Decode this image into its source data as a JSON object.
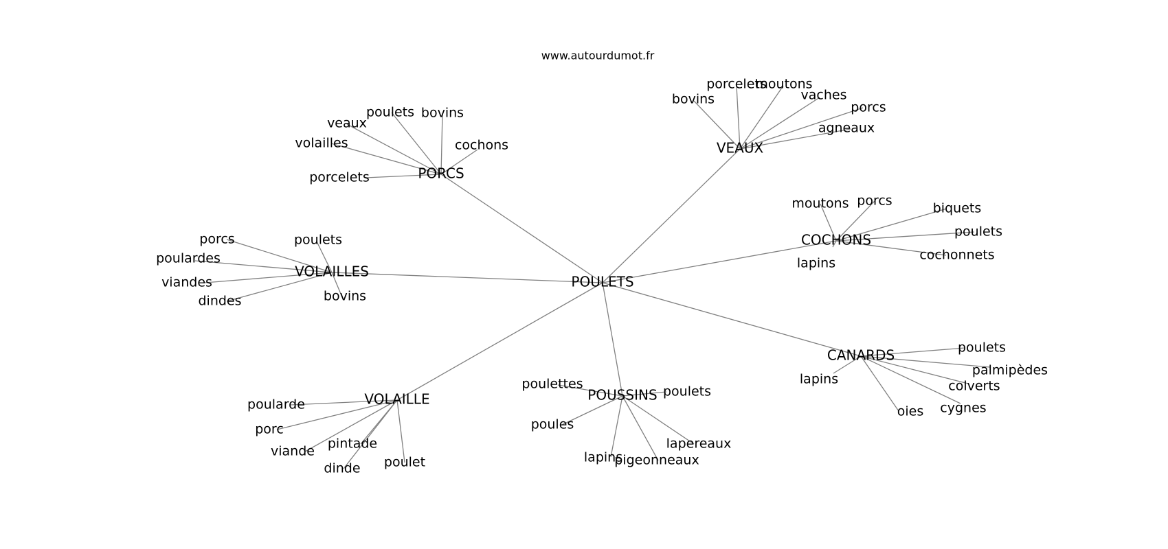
{
  "source": "www.autourdumot.fr",
  "colors": {
    "edge": "#808080",
    "text": "#000000",
    "background": "#ffffff"
  },
  "center": {
    "label": "POULETS"
  },
  "clusters": [
    {
      "label": "PORCS",
      "children": [
        "poulets",
        "bovins",
        "veaux",
        "volailles",
        "cochons",
        "porcelets"
      ]
    },
    {
      "label": "VEAUX",
      "children": [
        "porcelets",
        "moutons",
        "bovins",
        "vaches",
        "porcs",
        "agneaux"
      ]
    },
    {
      "label": "COCHONS",
      "children": [
        "moutons",
        "porcs",
        "biquets",
        "poulets",
        "cochonnets",
        "lapins"
      ]
    },
    {
      "label": "VOLAILLES",
      "children": [
        "porcs",
        "poulets",
        "poulardes",
        "viandes",
        "dindes",
        "bovins"
      ]
    },
    {
      "label": "CANARDS",
      "children": [
        "poulets",
        "palmipèdes",
        "colverts",
        "lapins",
        "cygnes",
        "oies"
      ]
    },
    {
      "label": "VOLAILLE",
      "children": [
        "poularde",
        "porc",
        "viande",
        "pintade",
        "dinde",
        "poulet"
      ]
    },
    {
      "label": "POUSSINS",
      "children": [
        "poulettes",
        "poulets",
        "poules",
        "lapereaux",
        "lapins",
        "pigeonneaux"
      ]
    }
  ]
}
